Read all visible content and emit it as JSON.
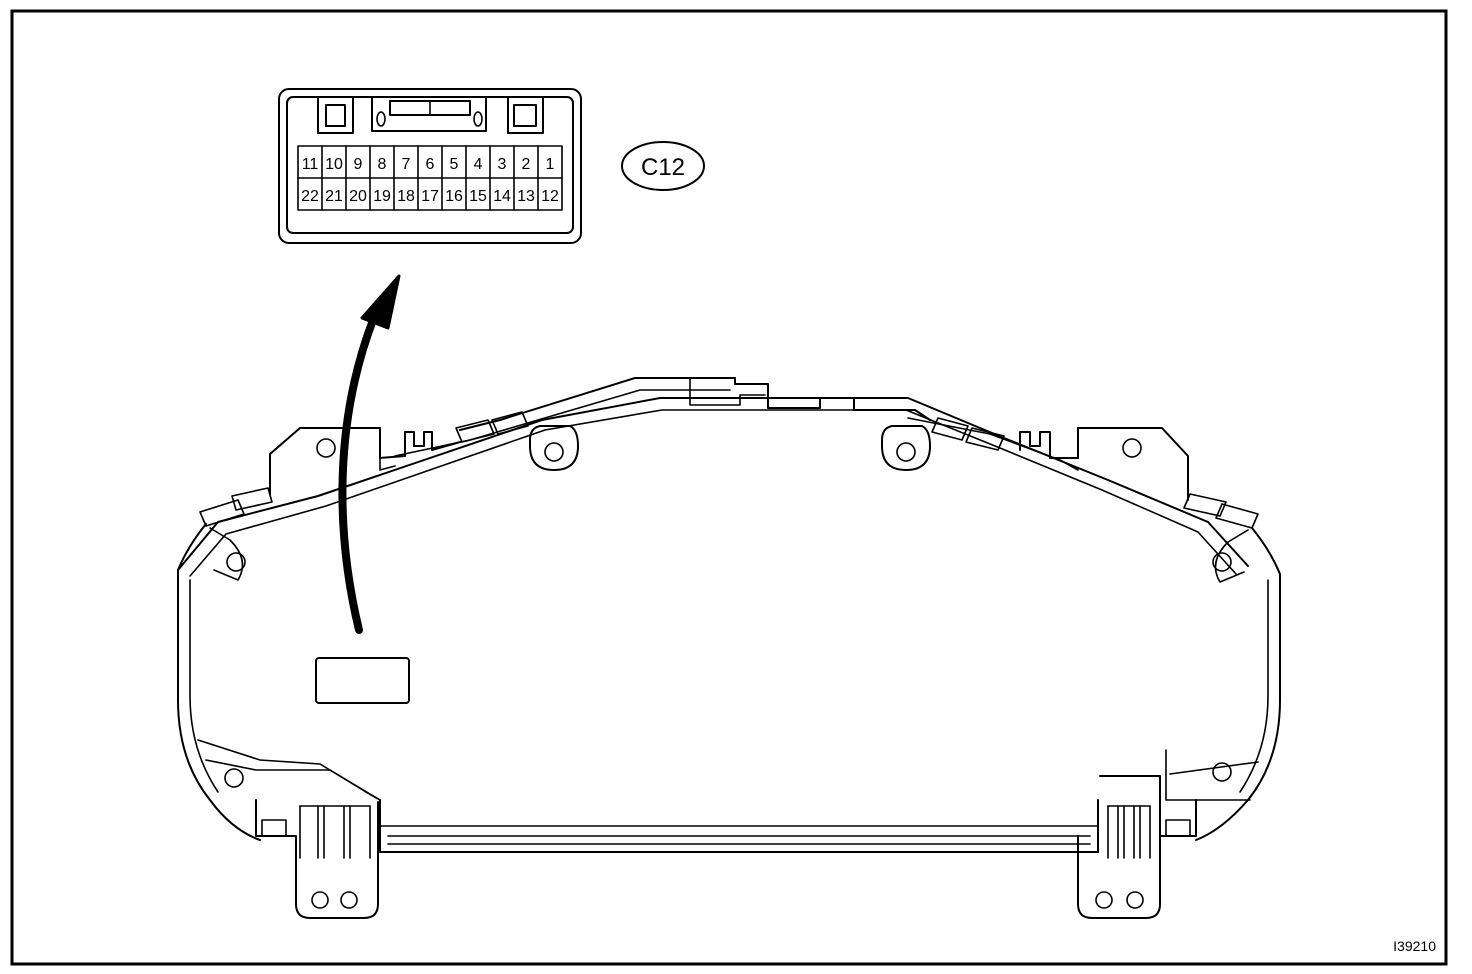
{
  "connector": {
    "label": "C12",
    "pins_top": [
      "11",
      "10",
      "9",
      "8",
      "7",
      "6",
      "5",
      "4",
      "3",
      "2",
      "1"
    ],
    "pins_bottom": [
      "22",
      "21",
      "20",
      "19",
      "18",
      "17",
      "16",
      "15",
      "14",
      "13",
      "12"
    ]
  },
  "figure_id": "I39210"
}
